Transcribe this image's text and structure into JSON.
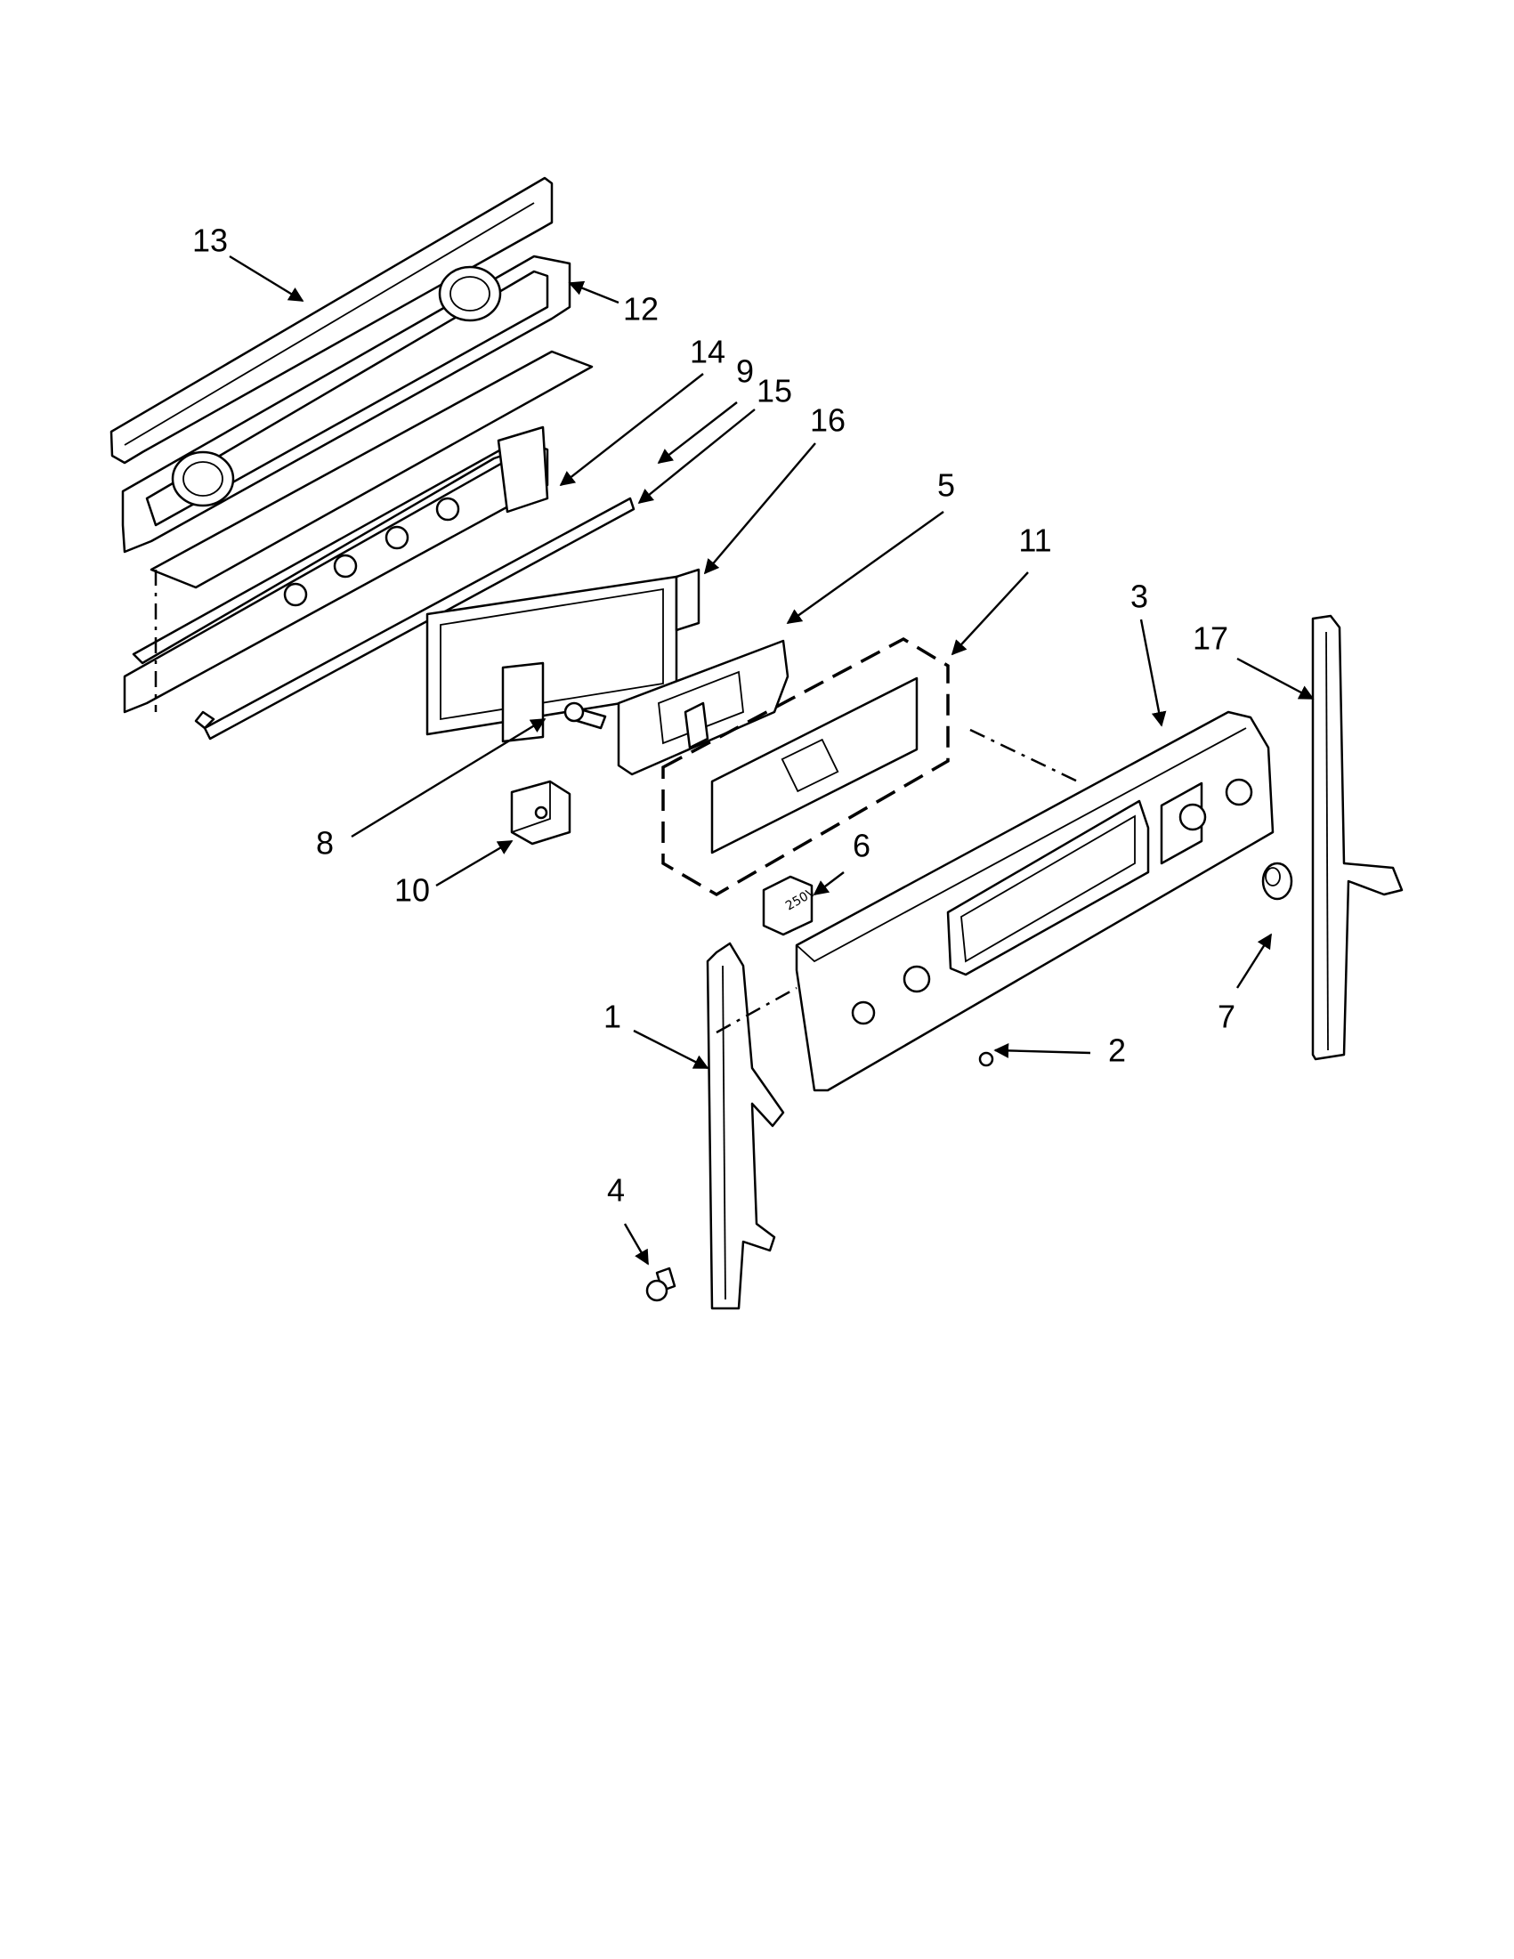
{
  "callouts": [
    {
      "id": "1",
      "label": "1"
    },
    {
      "id": "2",
      "label": "2"
    },
    {
      "id": "3",
      "label": "3"
    },
    {
      "id": "4",
      "label": "4"
    },
    {
      "id": "5",
      "label": "5"
    },
    {
      "id": "6",
      "label": "6"
    },
    {
      "id": "7",
      "label": "7"
    },
    {
      "id": "8",
      "label": "8"
    },
    {
      "id": "9",
      "label": "9"
    },
    {
      "id": "10",
      "label": "10"
    },
    {
      "id": "11",
      "label": "11"
    },
    {
      "id": "12",
      "label": "12"
    },
    {
      "id": "13",
      "label": "13"
    },
    {
      "id": "14",
      "label": "14"
    },
    {
      "id": "15",
      "label": "15"
    },
    {
      "id": "16",
      "label": "16"
    },
    {
      "id": "17",
      "label": "17"
    }
  ],
  "component_markings": {
    "switch_rating": "250V"
  }
}
